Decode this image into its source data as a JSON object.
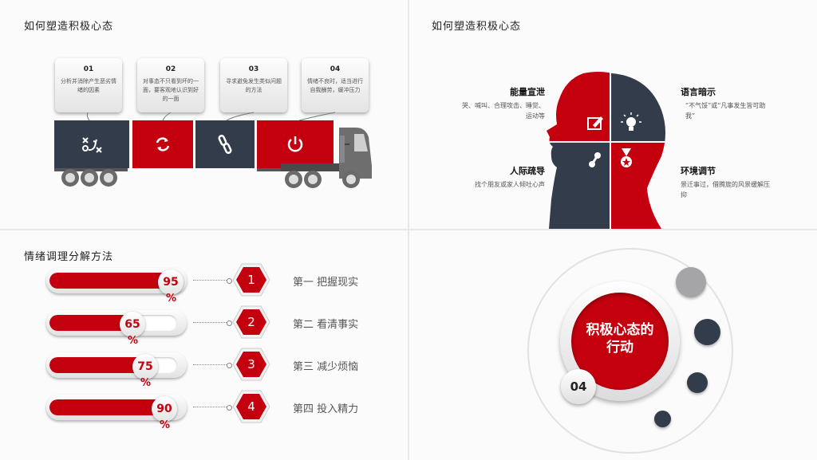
{
  "panel1": {
    "title": "如何塑造积极心态",
    "cards": [
      {
        "num": "01",
        "text": "分析并消除产生恶劣情绪的因素"
      },
      {
        "num": "02",
        "text": "对事态不只看到坏的一面，要客观地认识到好的一面"
      },
      {
        "num": "03",
        "text": "寻求避免发生类似问题的方法"
      },
      {
        "num": "04",
        "text": "情绪不良时，适当进行自我酬劳，缓冲压力"
      }
    ],
    "box_icons": [
      "tactics-icon",
      "refresh-icon",
      "link-icon",
      "power-icon"
    ],
    "colors": {
      "red": "#c4000f",
      "navy": "#333c4b",
      "gray": "#6e6e6e"
    }
  },
  "panel2": {
    "title": "如何塑造积极心态",
    "items": [
      {
        "title": "能量宣泄",
        "text": "哭、喊叫、合理攻击、睡觉、运动等"
      },
      {
        "title": "语言暗示",
        "text": "“不气馁”或“凡事发生皆可助我”"
      },
      {
        "title": "人际疏导",
        "text": "找个朋友或家人倾吐心声"
      },
      {
        "title": "环境调节",
        "text": "景迁事过，借腾旎的风景缓解压抑"
      }
    ],
    "icons": [
      "edit-icon",
      "lightbulb-icon",
      "link-icon",
      "medal-icon"
    ]
  },
  "panel3": {
    "title": "情绪调理分解方法",
    "rows": [
      {
        "value": "95",
        "unit": "%",
        "percent": 95,
        "index": "1",
        "label": "第一  把握现实"
      },
      {
        "value": "65",
        "unit": "%",
        "percent": 65,
        "index": "2",
        "label": "第二  看清事实"
      },
      {
        "value": "75",
        "unit": "%",
        "percent": 75,
        "index": "3",
        "label": "第三  减少烦恼"
      },
      {
        "value": "90",
        "unit": "%",
        "percent": 90,
        "index": "4",
        "label": "第四  投入精力"
      }
    ]
  },
  "panel4": {
    "center_line1": "积极心态的",
    "center_line2": "行动",
    "badge": "04"
  }
}
